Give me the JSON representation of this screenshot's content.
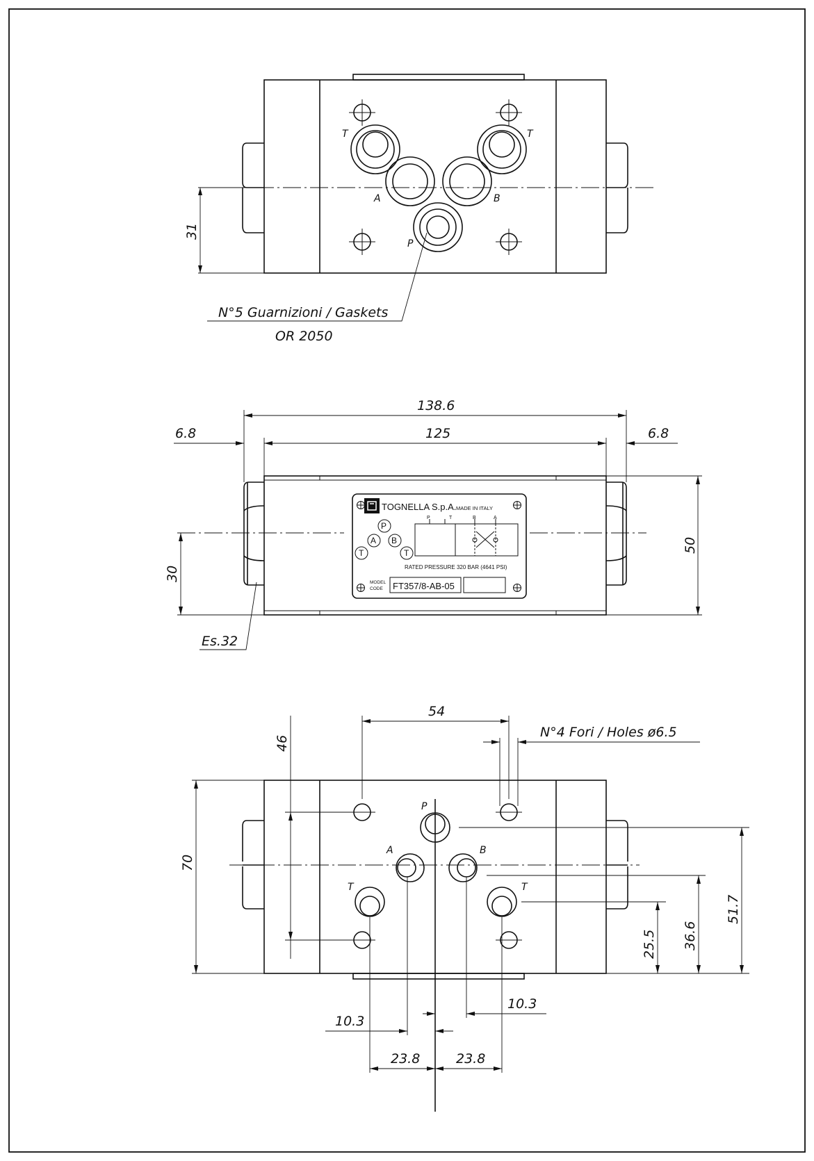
{
  "top_view": {
    "port_labels": {
      "t_left": "T",
      "t_right": "T",
      "a": "A",
      "b": "B",
      "p": "P"
    },
    "dim_31": "31",
    "gasket_note_line1": "N°5 Guarnizioni / Gaskets",
    "gasket_note_line2": "OR 2050"
  },
  "side_view": {
    "dim_overall": "138.6",
    "dim_body": "125",
    "dim_hex_left": "6.8",
    "dim_hex_right": "6.8",
    "dim_height": "50",
    "dim_axis": "30",
    "hex_note": "Es.32"
  },
  "nameplate": {
    "company": "TOGNELLA S.p.A.",
    "origin": "MADE IN ITALY",
    "ports": [
      "P",
      "T",
      "B",
      "A"
    ],
    "rated": "RATED PRESSURE 320 BAR (4641 PSI)",
    "model_label_1": "MODEL",
    "model_label_2": "CODE",
    "model_code": "FT357/8-AB-05",
    "circle_p": "P",
    "circle_a": "A",
    "circle_b": "B",
    "circle_t_left": "T",
    "circle_t_right": "T"
  },
  "bottom_view": {
    "port_labels": {
      "p": "P",
      "a": "A",
      "b": "B",
      "t_left": "T",
      "t_right": "T"
    },
    "dim_54": "54",
    "holes_note": "N°4 Fori / Holes ø6.5",
    "dim_46": "46",
    "dim_70": "70",
    "dim_51_7": "51.7",
    "dim_36_6": "36.6",
    "dim_25_5": "25.5",
    "dim_10_3_right": "10.3",
    "dim_10_3_left": "10.3",
    "dim_23_8_left": "23.8",
    "dim_23_8_right": "23.8"
  }
}
